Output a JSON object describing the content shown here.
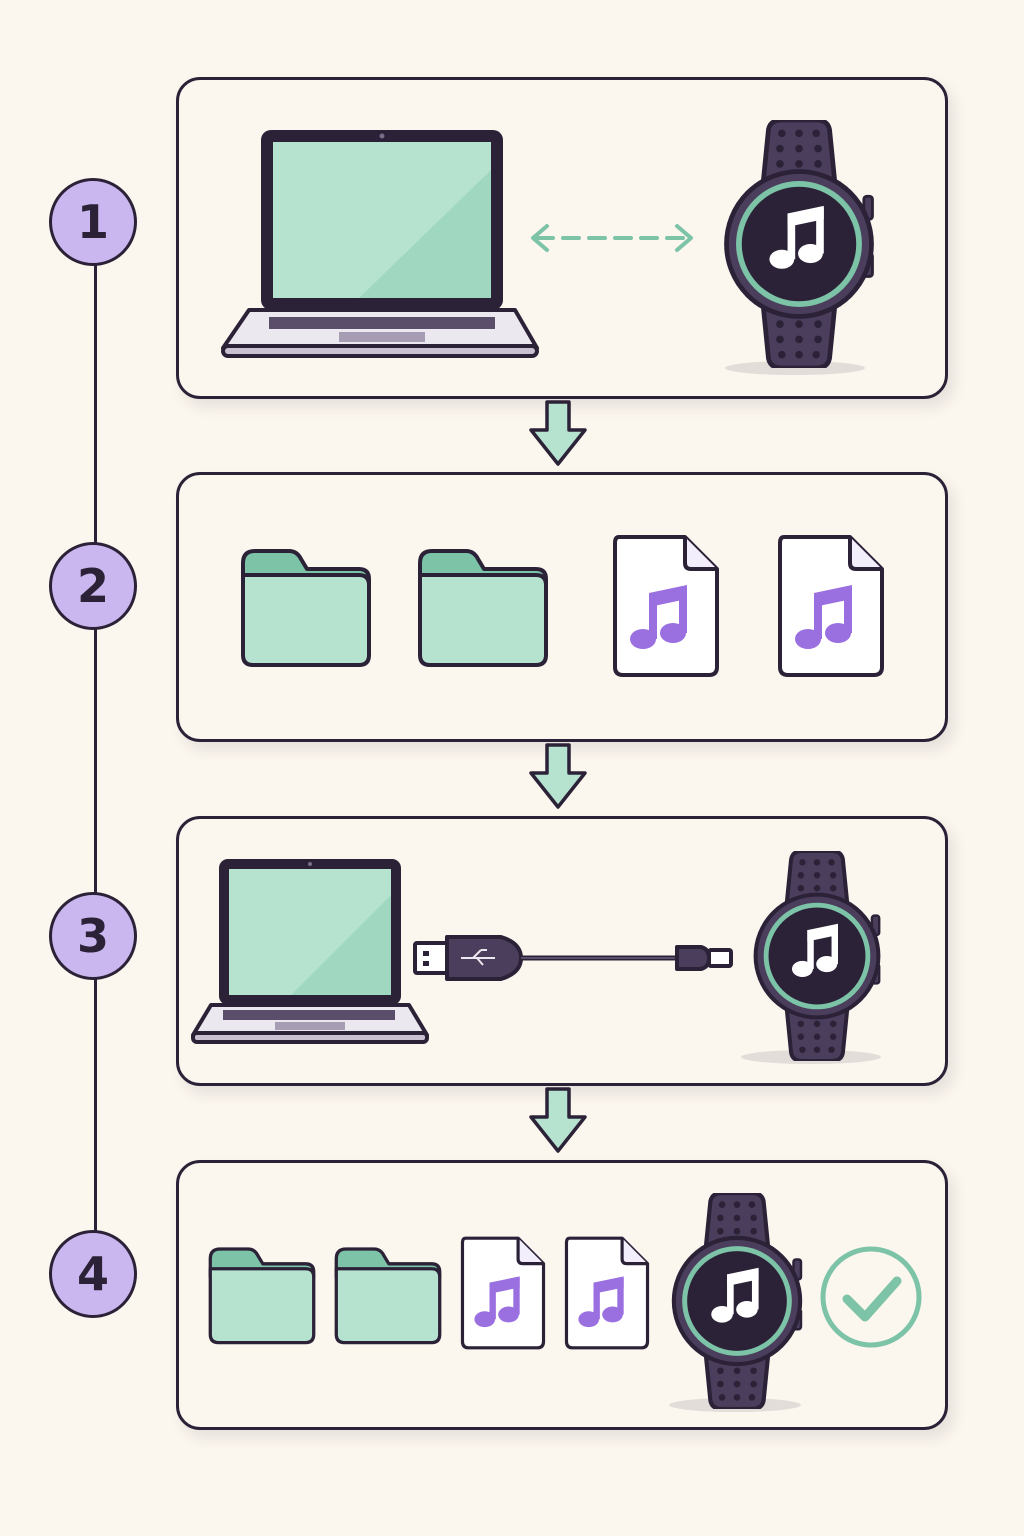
{
  "steps": [
    "1",
    "2",
    "3",
    "4"
  ],
  "colors": {
    "outline": "#2c2238",
    "mint": "#b6e3cf",
    "mint_dark": "#7cc3a7",
    "lavender": "#cbb7ef",
    "purple_note": "#9a6fe0",
    "watch_band": "#4b3e5c",
    "background": "#fbf6ee"
  },
  "icons": [
    "laptop-icon",
    "smartwatch-icon",
    "bidirectional-arrow-icon",
    "folder-icon",
    "music-file-icon",
    "usb-cable-icon",
    "check-circle-icon",
    "down-arrow-icon"
  ]
}
